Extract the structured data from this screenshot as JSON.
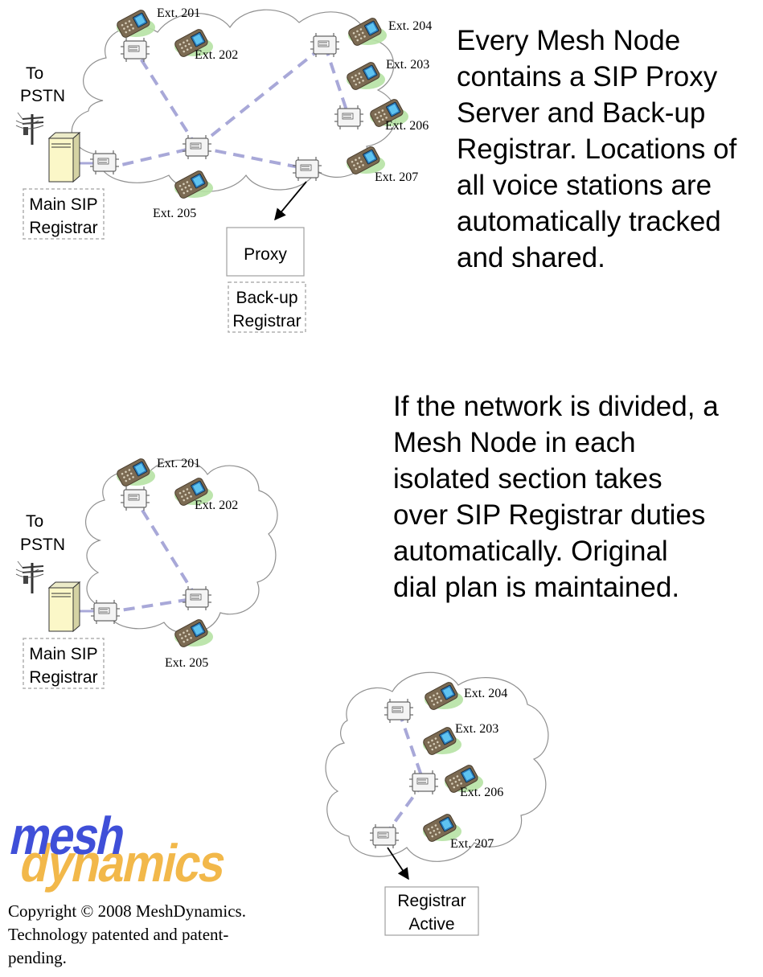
{
  "colors": {
    "link": "#a8a8d8",
    "cloud_stroke": "#909090",
    "server": "#fbf7c8",
    "logo_blue": "#3f4fd8",
    "logo_orange": "#f2b84a"
  },
  "top_diagram": {
    "extensions": [
      "Ext. 201",
      "Ext. 202",
      "Ext. 204",
      "Ext. 203",
      "Ext. 206",
      "Ext. 207",
      "Ext. 205"
    ],
    "to_pstn": [
      "To",
      "PSTN"
    ],
    "main_registrar": [
      "Main SIP",
      "Registrar"
    ],
    "proxy_label": "Proxy",
    "backup_registrar": [
      "Back-up",
      "Registrar"
    ],
    "description": [
      "Every Mesh Node",
      "contains a SIP Proxy",
      "Server and Back-up",
      "Registrar. Locations of",
      "all voice stations are",
      "automatically tracked",
      "and shared."
    ]
  },
  "bottom_diagram": {
    "left_extensions": [
      "Ext. 201",
      "Ext. 202",
      "Ext. 205"
    ],
    "right_extensions": [
      "Ext. 204",
      "Ext. 203",
      "Ext. 206",
      "Ext. 207"
    ],
    "to_pstn": [
      "To",
      "PSTN"
    ],
    "main_registrar": [
      "Main SIP",
      "Registrar"
    ],
    "registrar_active": [
      "Registrar",
      "Active"
    ],
    "description": [
      "If the network is divided, a",
      "Mesh Node in each",
      "isolated section takes",
      "over SIP Registrar duties",
      "automatically. Original",
      "dial plan is maintained."
    ]
  },
  "logo": {
    "word1": "mesh",
    "word2": "dynamics"
  },
  "copyright": [
    "Copyright © 2008 MeshDynamics.",
    "Technology patented and patent-",
    "pending."
  ]
}
